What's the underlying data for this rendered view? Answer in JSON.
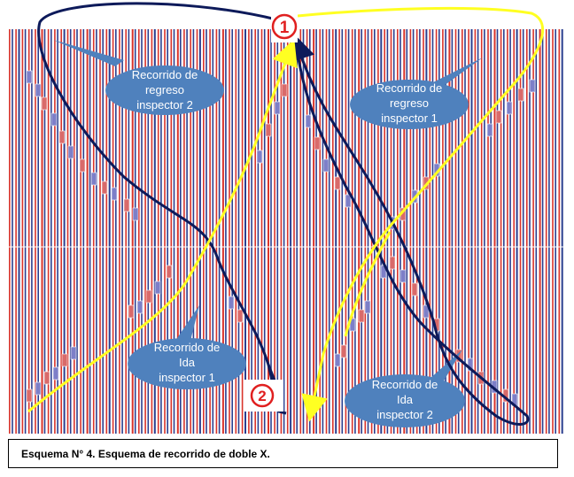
{
  "callouts": {
    "regreso_inspector_2": {
      "line1": "Recorrido de",
      "line2": "regreso",
      "line3": "inspector 2"
    },
    "regreso_inspector_1": {
      "line1": "Recorrido de",
      "line2": "regreso",
      "line3": "inspector 1"
    },
    "ida_inspector_1": {
      "line1": "Recorrido de",
      "line2": "Ida",
      "line3": "inspector 1"
    },
    "ida_inspector_2": {
      "line1": "Recorrido de",
      "line2": "Ida",
      "line3": "inspector 2"
    }
  },
  "markers": {
    "start_number": "1",
    "end_number": "2"
  },
  "caption": "Esquema N° 4. Esquema de recorrido de doble X.",
  "colors": {
    "stripe_red": "#d9342b",
    "stripe_blue": "#2b3f8f",
    "inspector_1_path": "#ffff22",
    "inspector_2_path": "#0d1a5a",
    "callout_fill": "#4f81bd",
    "marker_red": "#e02020",
    "candle_blue": "#7d7fc8",
    "candle_red": "#d96a6a"
  }
}
